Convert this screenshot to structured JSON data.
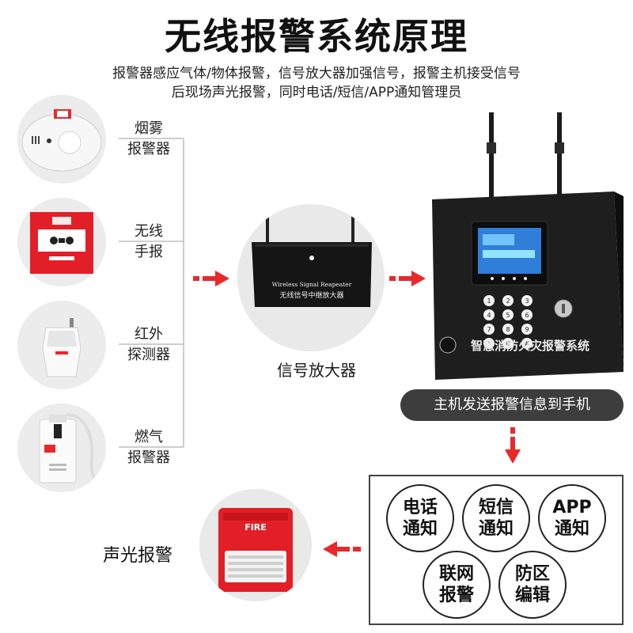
{
  "title": "无线报警系统原理",
  "subtitle_lines": [
    "报警器感应气体/物体报警，信号放大器加强信号，报警主机接受信号",
    "后现场声光报警，同时电话/短信/APP通知管理员"
  ],
  "sensors": [
    {
      "label_lines": [
        "烟雾",
        "报警器"
      ],
      "icon": "smoke-detector-icon"
    },
    {
      "label_lines": [
        "无线",
        "手报"
      ],
      "icon": "manual-call-point-icon"
    },
    {
      "label_lines": [
        "红外",
        "探测器"
      ],
      "icon": "infrared-detector-icon"
    },
    {
      "label_lines": [
        "燃气",
        "报警器"
      ],
      "icon": "gas-detector-icon"
    }
  ],
  "repeater": {
    "label": "信号放大器",
    "device_text_en": "Wireless Signal Reapeater",
    "device_text_cn": "无线信号中继放大器"
  },
  "host": {
    "panel_text": "智慧消防火灾报警系统",
    "caption": "主机发送报警信息到手机",
    "keys": [
      "1",
      "2",
      "3",
      "4",
      "5",
      "6",
      "7",
      "8",
      "9",
      "*",
      "0",
      "#"
    ]
  },
  "notifications": [
    {
      "text": "电话\n通知"
    },
    {
      "text": "短信\n通知"
    },
    {
      "text": "APP\n通知"
    },
    {
      "text": "联网\n报警"
    },
    {
      "text": "防区\n编辑"
    }
  ],
  "sound_light": {
    "label": "声光报警",
    "device_text": "FIRE"
  },
  "colors": {
    "accent": "#e8282b",
    "dark": "#2b2b2b",
    "bar": "#3d3d3d"
  }
}
